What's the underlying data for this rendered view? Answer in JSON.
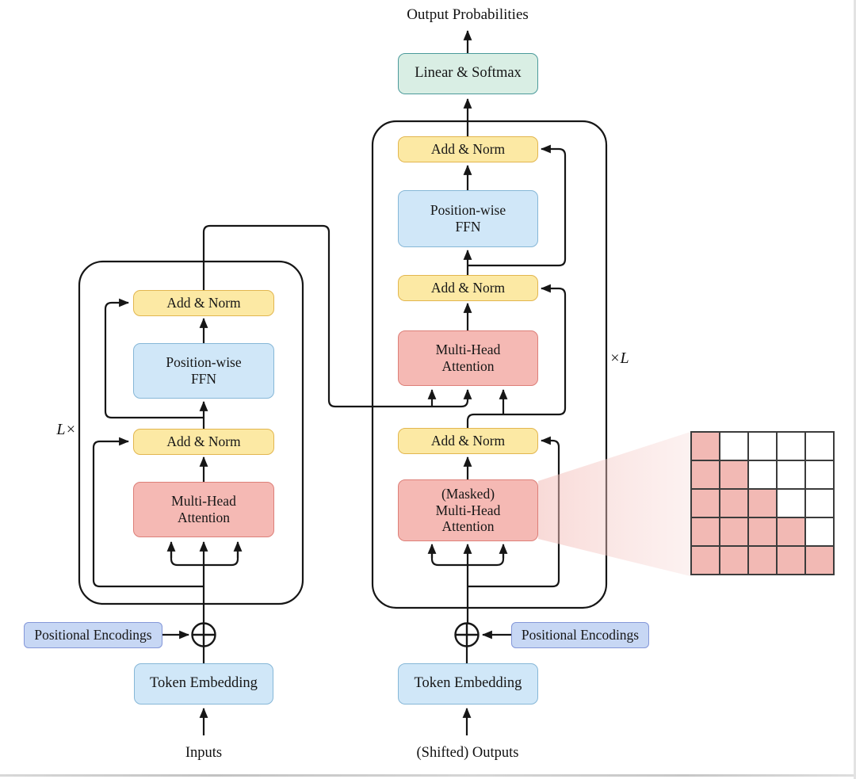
{
  "diagram": {
    "top_label": "Output Probabilities",
    "bottom_left_label": "Inputs",
    "bottom_right_label": "(Shifted) Outputs",
    "encoder_repeat_label": "L×",
    "decoder_repeat_label": "×L",
    "boxes": {
      "linear_softmax": "Linear & Softmax",
      "add_norm": "Add & Norm",
      "position_wise_ffn": "Position-wise\nFFN",
      "multi_head_attention": "Multi-Head\nAttention",
      "masked_multi_head_attention": "(Masked)\nMulti-Head\nAttention",
      "token_embedding": "Token Embedding",
      "positional_encodings": "Positional Encodings"
    },
    "mask_matrix": {
      "rows": 5,
      "cols": 5,
      "pattern": [
        [
          1,
          0,
          0,
          0,
          0
        ],
        [
          1,
          1,
          0,
          0,
          0
        ],
        [
          1,
          1,
          1,
          0,
          0
        ],
        [
          1,
          1,
          1,
          1,
          0
        ],
        [
          1,
          1,
          1,
          1,
          1
        ]
      ]
    },
    "colors": {
      "box_yellow": "#fce9a4",
      "box_yellow_border": "#e2b64f",
      "box_blue": "#d0e7f8",
      "box_blue_border": "#86b7d7",
      "box_red": "#f5b9b4",
      "box_red_border": "#dd7f78",
      "box_green": "#d9eee4",
      "box_green_border": "#4b9a9b",
      "box_lavender": "#c7d7f4",
      "box_lavender_border": "#8497d9",
      "mask_filled": "#f2b9b4",
      "line": "#161616"
    }
  }
}
